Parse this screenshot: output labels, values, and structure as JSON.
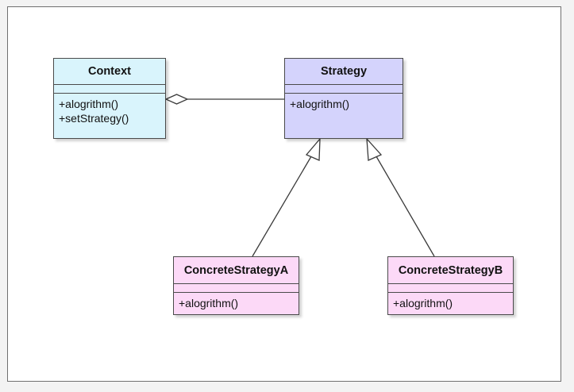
{
  "colors": {
    "context_fill": "#d9f4fc",
    "strategy_fill": "#d4d3fc",
    "concrete_fill": "#fcd9f7",
    "border": "#4a4a4a",
    "line": "#3a3a3a"
  },
  "diagram": {
    "classes": [
      {
        "id": "ctx",
        "name": "Context",
        "operations": [
          "+alogrithm()",
          "+setStrategy()"
        ]
      },
      {
        "id": "strat",
        "name": "Strategy",
        "operations": [
          "+alogrithm()"
        ]
      },
      {
        "id": "csa",
        "name": "ConcreteStrategyA",
        "operations": [
          "+alogrithm()"
        ]
      },
      {
        "id": "csb",
        "name": "ConcreteStrategyB",
        "operations": [
          "+alogrithm()"
        ]
      }
    ],
    "relations": [
      {
        "type": "aggregation",
        "from": "Strategy",
        "to": "Context"
      },
      {
        "type": "generalization",
        "from": "ConcreteStrategyA",
        "to": "Strategy"
      },
      {
        "type": "generalization",
        "from": "ConcreteStrategyB",
        "to": "Strategy"
      }
    ]
  }
}
